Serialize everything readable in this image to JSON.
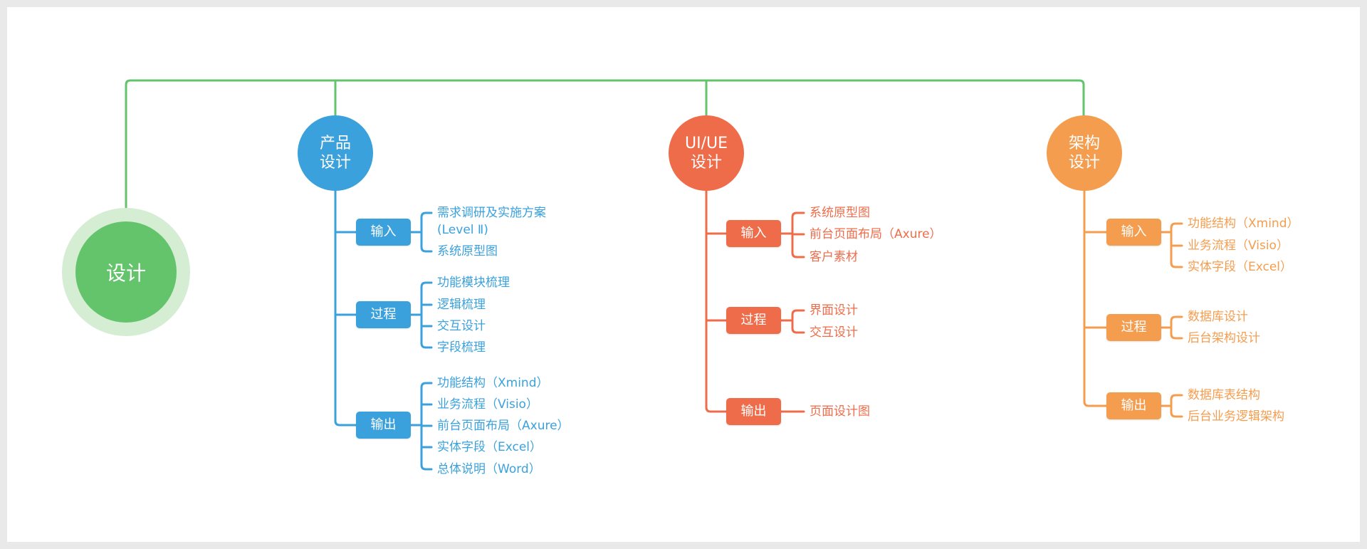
{
  "colors": {
    "background": "#ffffff",
    "root": "#63c46b",
    "root_halo": "#d4edd3",
    "trunk_line": "#63c46b",
    "product": "#3ba1dc",
    "uiue": "#ef6c4a",
    "arch": "#f59d4f"
  },
  "root": {
    "label": "设计"
  },
  "branches": [
    {
      "key": "product",
      "title_line1": "产品",
      "title_line2": "设计",
      "groups": [
        {
          "tag": "输入",
          "items": [
            "需求调研及实施方案",
            "(Level Ⅱ)",
            "系统原型图"
          ]
        },
        {
          "tag": "过程",
          "items": [
            "功能模块梳理",
            "逻辑梳理",
            "交互设计",
            "字段梳理"
          ]
        },
        {
          "tag": "输出",
          "items": [
            "功能结构（Xmind）",
            "业务流程（Visio）",
            "前台页面布局（Axure）",
            "实体字段（Excel）",
            "总体说明（Word）"
          ]
        }
      ]
    },
    {
      "key": "uiue",
      "title_line1": "UI/UE",
      "title_line2": "设计",
      "groups": [
        {
          "tag": "输入",
          "items": [
            "系统原型图",
            "前台页面布局（Axure）",
            "客户素材"
          ]
        },
        {
          "tag": "过程",
          "items": [
            "界面设计",
            "交互设计"
          ]
        },
        {
          "tag": "输出",
          "items": [
            "页面设计图"
          ]
        }
      ]
    },
    {
      "key": "arch",
      "title_line1": "架构",
      "title_line2": "设计",
      "groups": [
        {
          "tag": "输入",
          "items": [
            "功能结构（Xmind）",
            "业务流程（Visio）",
            "实体字段（Excel）"
          ]
        },
        {
          "tag": "过程",
          "items": [
            "数据库设计",
            "后台架构设计"
          ]
        },
        {
          "tag": "输出",
          "items": [
            "数据库表结构",
            "后台业务逻辑架构"
          ]
        }
      ]
    }
  ]
}
